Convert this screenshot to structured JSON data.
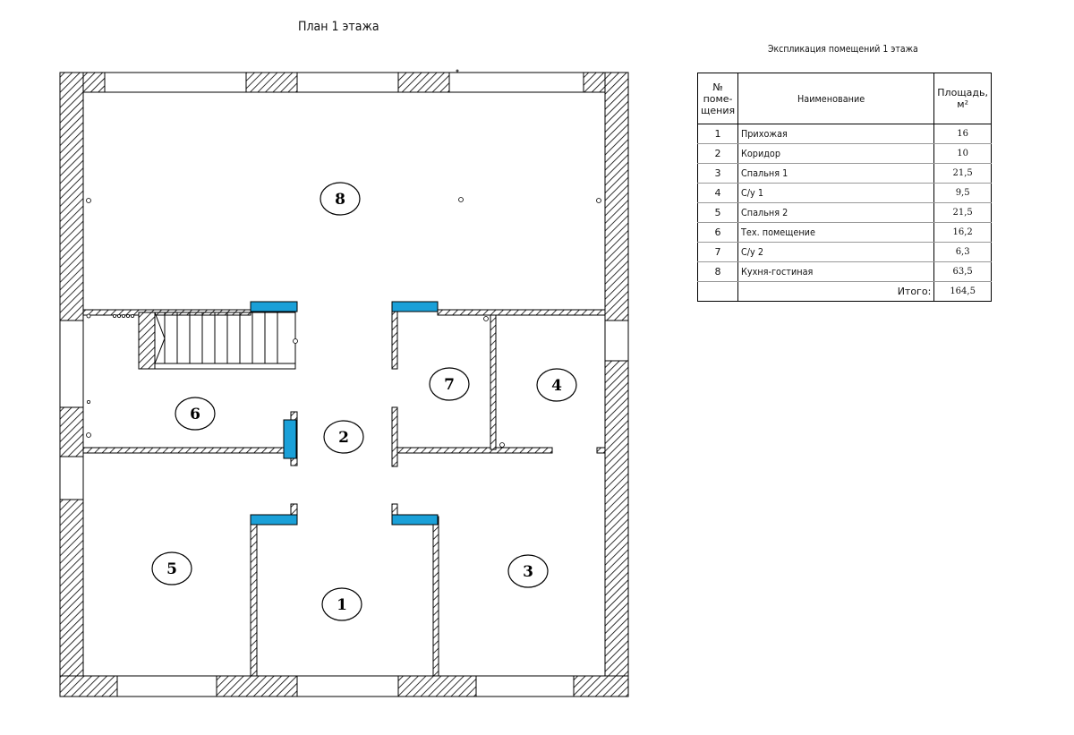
{
  "plan": {
    "title": "План 1 этажа",
    "room_labels": [
      "8",
      "7",
      "4",
      "6",
      "2",
      "5",
      "1",
      "3"
    ]
  },
  "explication": {
    "title": "Экспликация помещений  1 этажа",
    "headers": {
      "num_line1": "№",
      "num_line2": "поме-",
      "num_line3": "щения",
      "name": "Наименование",
      "area_line1": "Площадь,",
      "area_line2": "м²"
    },
    "rows": [
      {
        "num": "1",
        "name": "Прихожая",
        "area": "16"
      },
      {
        "num": "2",
        "name": "Коридор",
        "area": "10"
      },
      {
        "num": "3",
        "name": "Спальня 1",
        "area": "21,5"
      },
      {
        "num": "4",
        "name": "С/у 1",
        "area": "9,5"
      },
      {
        "num": "5",
        "name": "Спальня 2",
        "area": "21,5"
      },
      {
        "num": "6",
        "name": "Тех. помещение",
        "area": "16,2"
      },
      {
        "num": "7",
        "name": "С/у 2",
        "area": "6,3"
      },
      {
        "num": "8",
        "name": "Кухня-гостиная",
        "area": "63,5"
      }
    ],
    "total_label": "Итого:",
    "total_value": "164,5"
  },
  "colors": {
    "door": "#1aa0d8",
    "wall": "#000000"
  }
}
